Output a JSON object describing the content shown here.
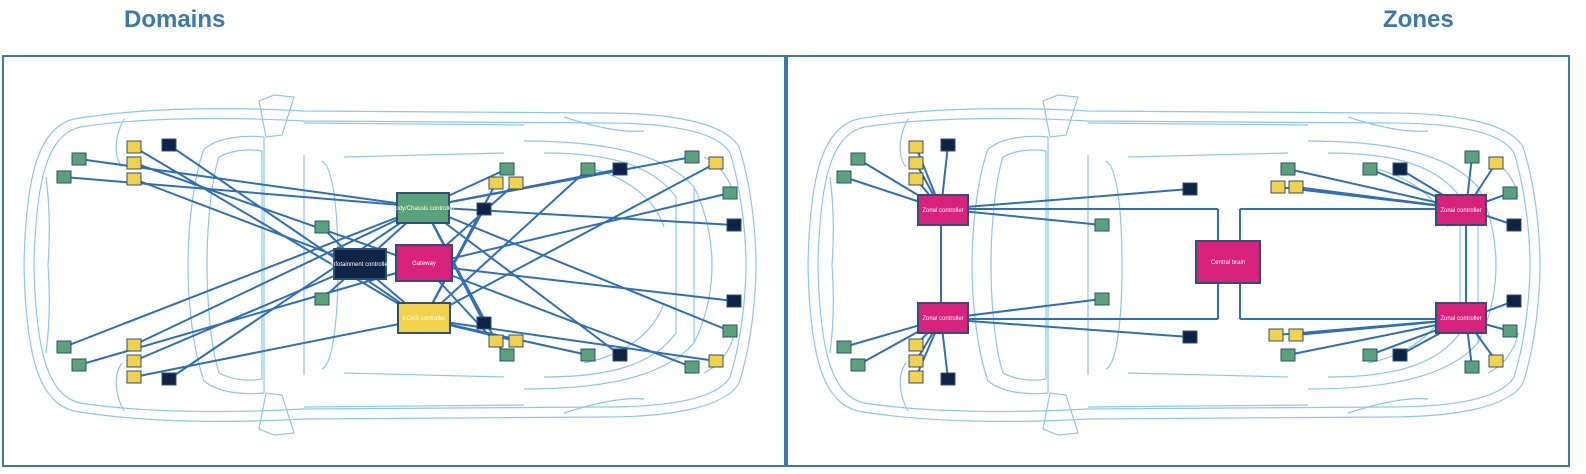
{
  "headings": {
    "left": "Domains",
    "right": "Zones"
  },
  "domains": {
    "controllers": {
      "body": "Body/Chassis controller",
      "gateway": "Gateway",
      "infotainment": "Infotainment controller",
      "adas": "ADAS controller"
    }
  },
  "zones": {
    "central_brain": "Central brain",
    "zonal_controller": "Zonal controller"
  },
  "colors": {
    "accent": "#3a78ad",
    "car_outline": "#8ec8e6",
    "wire": "#2f6fb8",
    "green_node": "#5aa37a",
    "yellow_node": "#f2d24a",
    "dark_node": "#0f2444",
    "magenta": "#d8217a"
  }
}
